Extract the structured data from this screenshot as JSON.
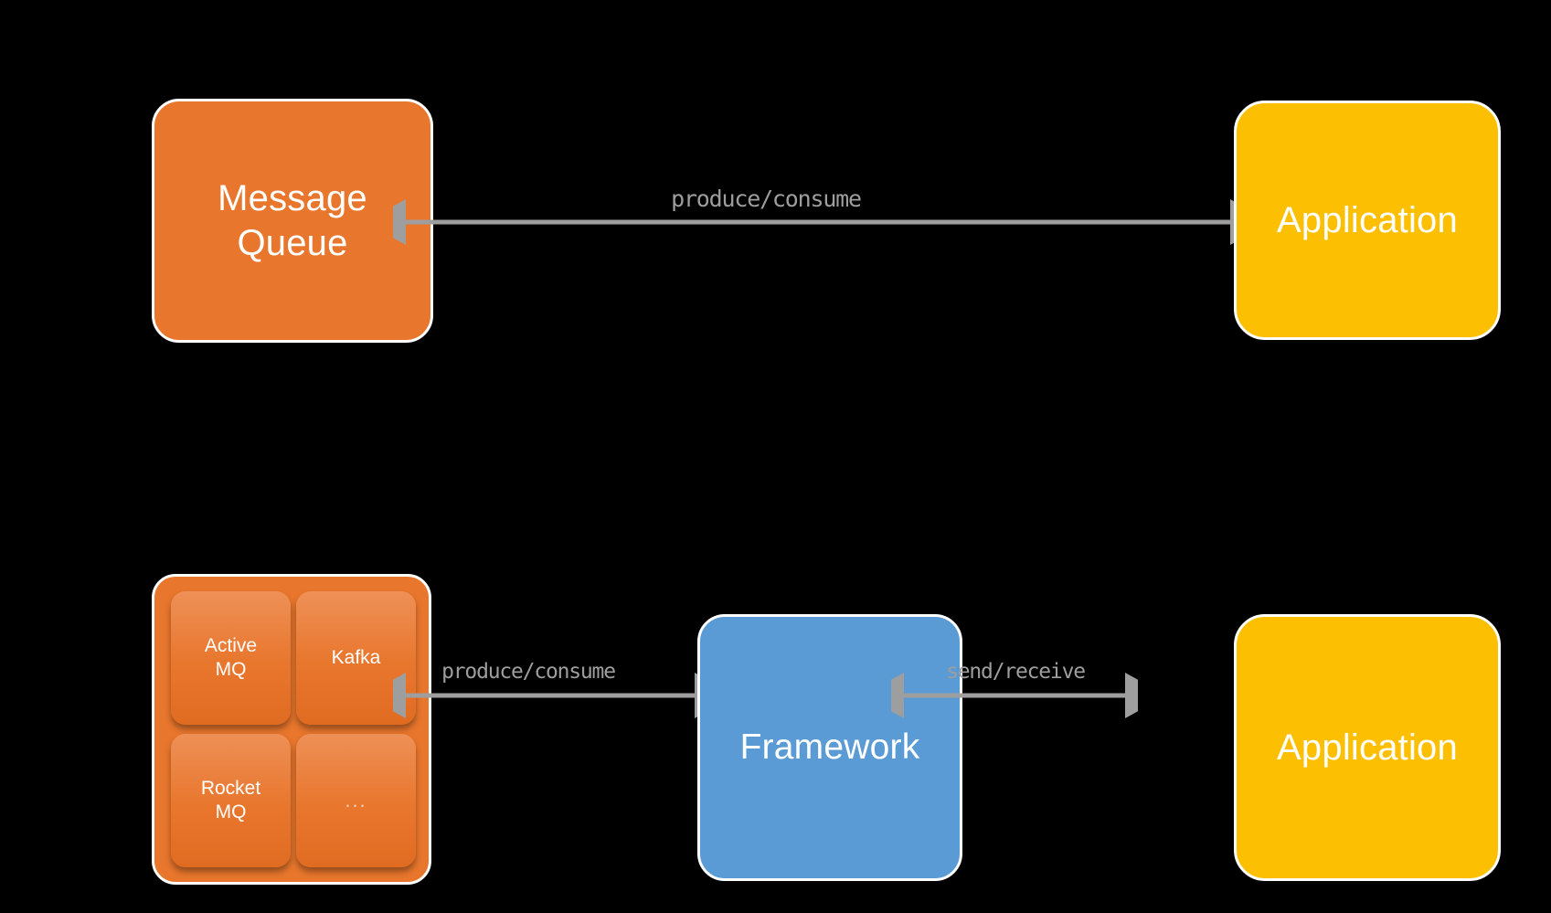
{
  "diagram": {
    "title": "Message Queue vs Framework abstraction diagram",
    "background_color": "#000000",
    "colors": {
      "message_queue": "#e8762c",
      "application": "#fcbf02",
      "framework": "#5b9bd5",
      "arrow": "#9e9e9e",
      "border": "#ffffff",
      "label_text": "#9e9e9e"
    }
  },
  "top_row": {
    "source": {
      "label": "Message\nQueue",
      "line1": "Message",
      "line2": "Queue"
    },
    "connector": {
      "label": "produce/consume",
      "style": "double-arrow"
    },
    "target": {
      "label": "Application"
    }
  },
  "bottom_row": {
    "cluster": {
      "items": [
        {
          "label": "Active\nMQ",
          "line1": "Active",
          "line2": "MQ"
        },
        {
          "label": "Kafka",
          "line1": "Kafka",
          "line2": ""
        },
        {
          "label": "Rocket\nMQ",
          "line1": "Rocket",
          "line2": "MQ"
        },
        {
          "label": "...",
          "line1": "...",
          "line2": ""
        }
      ]
    },
    "connector_left": {
      "label": "produce/consume",
      "style": "double-arrow"
    },
    "middle": {
      "label": "Framework"
    },
    "connector_right": {
      "label": "send/receive",
      "style": "double-arrow"
    },
    "target": {
      "label": "Application"
    }
  }
}
